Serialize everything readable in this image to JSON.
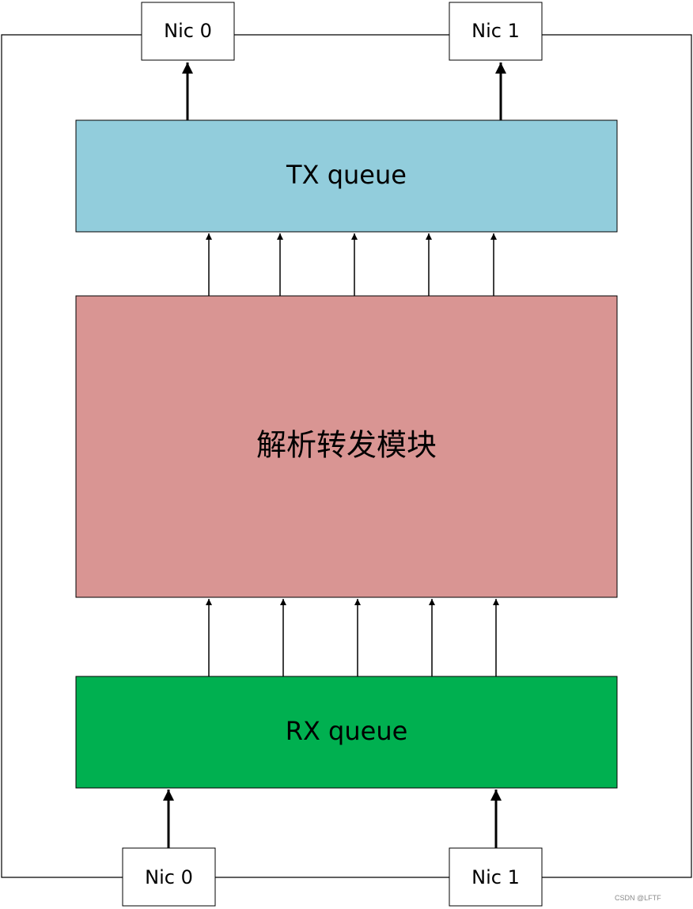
{
  "diagram": {
    "nic_top_left": "Nic 0",
    "nic_top_right": "Nic 1",
    "nic_bottom_left": "Nic 0",
    "nic_bottom_right": "Nic 1",
    "tx_queue": "TX queue",
    "forwarding_module": "解析转发模块",
    "rx_queue": "RX queue"
  },
  "colors": {
    "tx_fill": "#92CDDC",
    "module_fill": "#D99593",
    "rx_fill": "#00B050",
    "stroke": "#000000",
    "nic_fill": "#FFFFFF"
  },
  "watermark": "CSDN @LFTF"
}
